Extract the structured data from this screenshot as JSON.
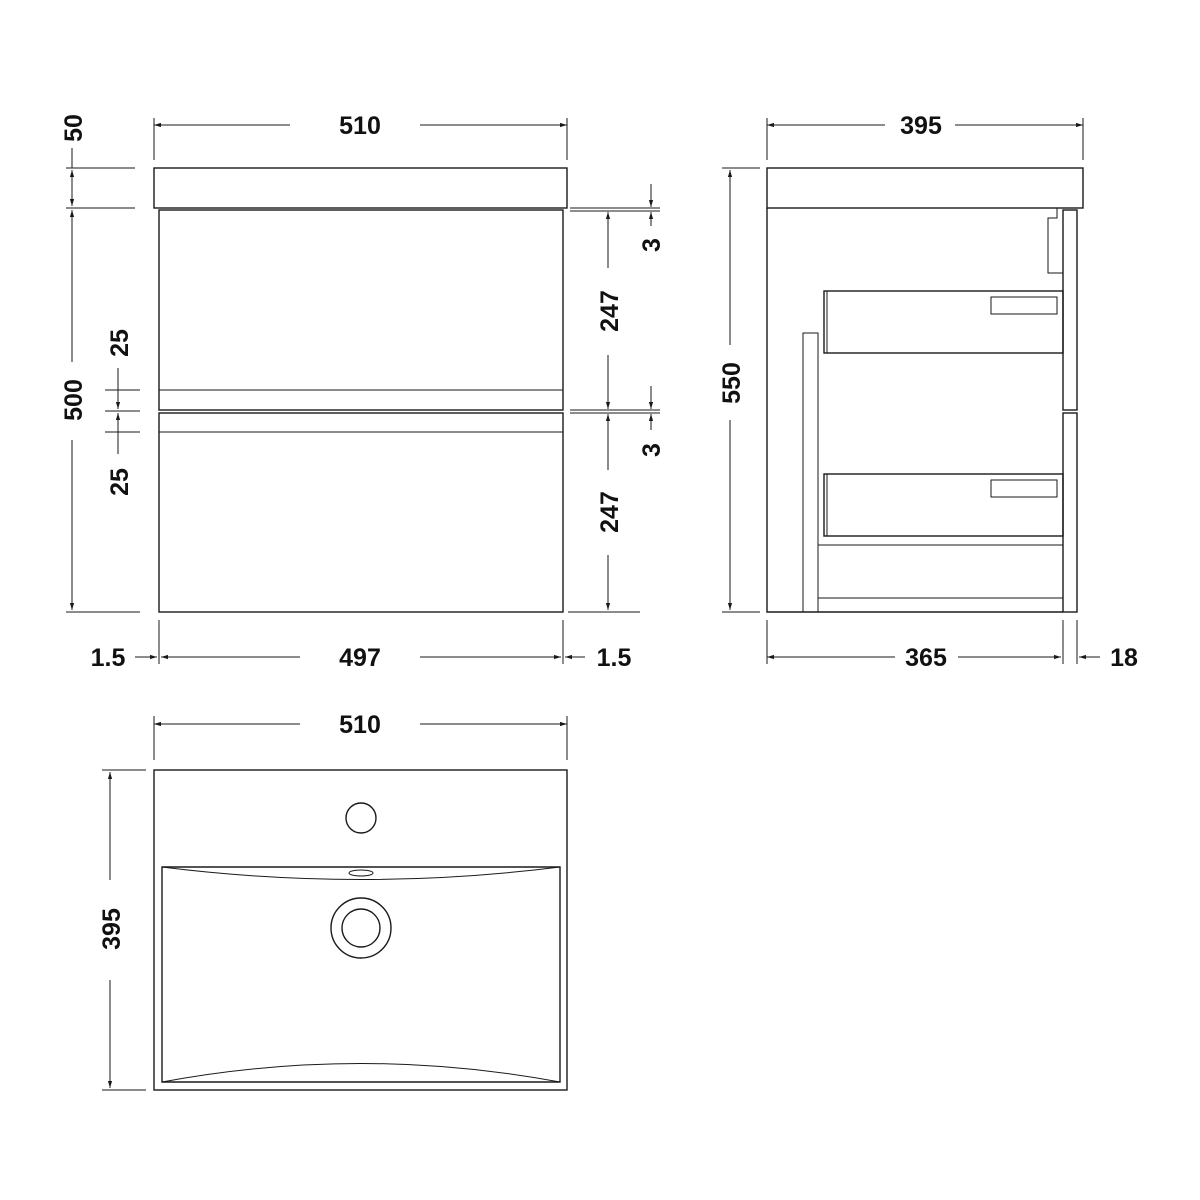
{
  "front_view": {
    "overall_width": "510",
    "top_height": "50",
    "body_height": "500",
    "gap_upper": "25",
    "gap_lower": "25",
    "drawer_upper_height": "247",
    "drawer_lower_height": "247",
    "gap_top": "3",
    "gap_middle": "3",
    "side_left": "1.5",
    "drawer_width": "497",
    "side_right": "1.5"
  },
  "side_view": {
    "overall_depth": "395",
    "overall_height": "550",
    "body_depth": "365",
    "front_thickness": "18"
  },
  "top_view": {
    "width": "510",
    "depth": "395"
  },
  "colors": {
    "line": "#1a1a1a",
    "background": "#ffffff"
  }
}
